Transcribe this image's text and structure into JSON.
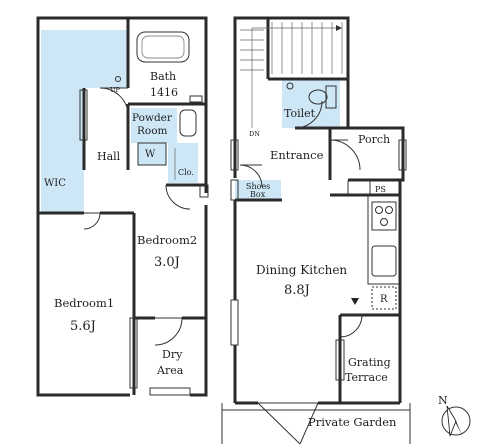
{
  "rooms": {
    "wic": "WIC",
    "bath": "Bath",
    "bath_size": "1416",
    "powder": "Powder",
    "powder2": "Room",
    "hall": "Hall",
    "washer": "W",
    "closet": "Clo.",
    "bedroom2": "Bedroom2",
    "bedroom2_size": "3.0J",
    "bedroom1": "Bedroom1",
    "bedroom1_size": "5.6J",
    "dry": "Dry",
    "dry2": "Area",
    "toilet": "Toilet",
    "entrance": "Entrance",
    "porch": "Porch",
    "shoes": "Shoes",
    "shoes2": "Box",
    "dining": "Dining Kitchen",
    "dining_size": "8.8J",
    "refrigerator": "R",
    "grating": "Grating",
    "grating2": "Terrace",
    "garden": "Private Garden"
  },
  "markers": {
    "up": "UP",
    "down": "DN",
    "ps": "PS",
    "north": "N"
  },
  "colors": {
    "storage_fill": "#cde7f6",
    "wall": "#2a2a2a"
  }
}
